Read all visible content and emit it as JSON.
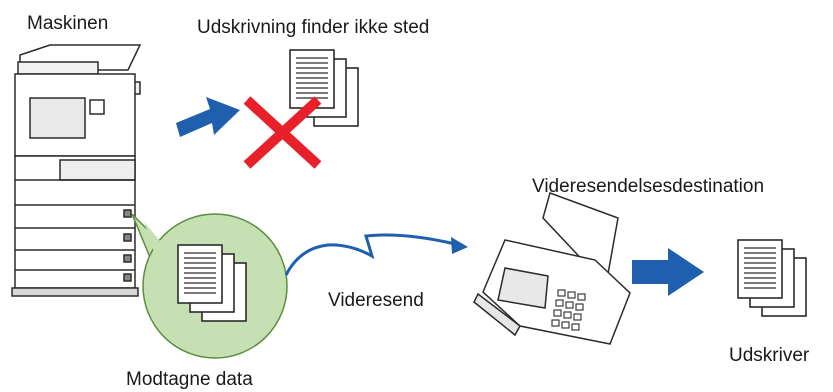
{
  "labels": {
    "machine": "Maskinen",
    "printing_not_happening": "Udskrivning finder ikke sted",
    "forwarding_destination": "Videresendelsesdestination",
    "forward": "Videresend",
    "prints": "Udskriver",
    "received_data": "Modtagne data"
  },
  "colors": {
    "arrow_blue": "#1f5fae",
    "cross_red": "#e8202a",
    "bubble_green": "#c6e0b4",
    "bubble_green_border": "#5a8f3c",
    "line": "#2b2b2b"
  }
}
